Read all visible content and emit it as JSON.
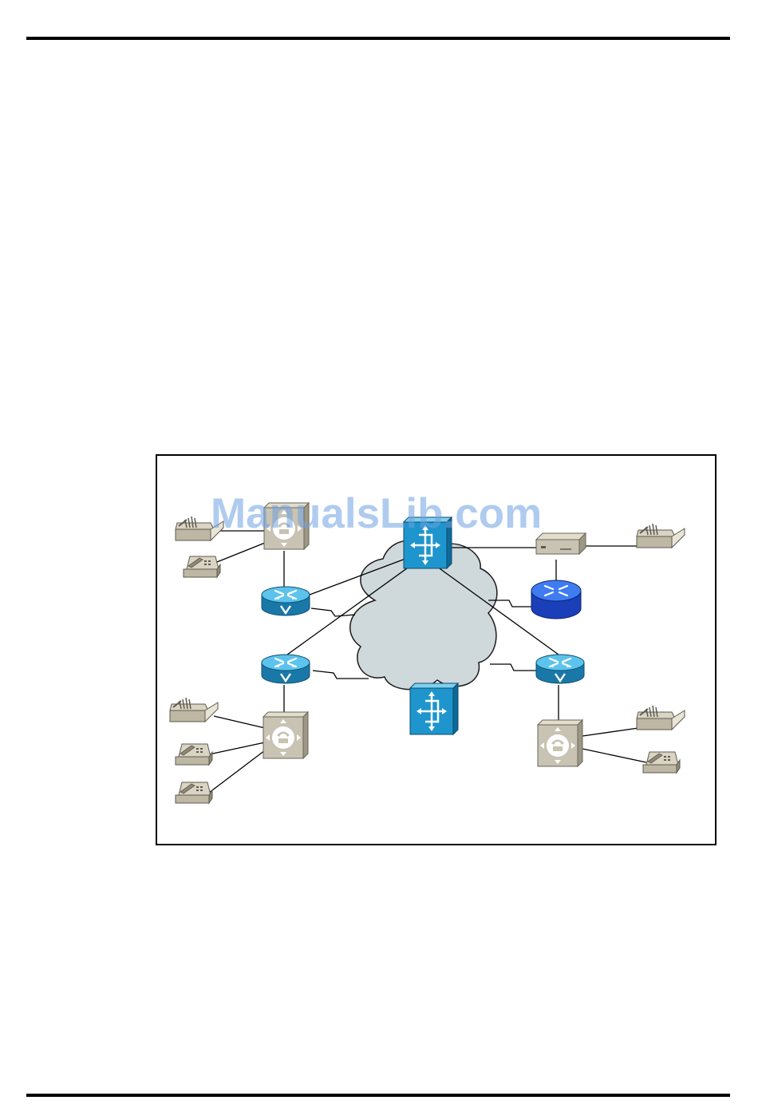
{
  "page": {
    "watermark": "ManualsLib.com"
  },
  "colors": {
    "router_blue": "#2a9fd0",
    "router_dark_blue": "#1f4fd6",
    "switch_blue": "#1d8ec4",
    "phone_tan": "#c8c3b2",
    "cloud_gray": "#cfd8db",
    "line": "#000000"
  },
  "diagram": {
    "nodes": [
      {
        "name": "cloud-network",
        "icon": "cloud-icon"
      },
      {
        "name": "atm-switch-top",
        "icon": "atm-switch-icon"
      },
      {
        "name": "atm-switch-bottom",
        "icon": "atm-switch-icon"
      },
      {
        "name": "pbx-top-left",
        "icon": "pbx-icon"
      },
      {
        "name": "pbx-bottom-left",
        "icon": "pbx-icon"
      },
      {
        "name": "pbx-bottom-right",
        "icon": "pbx-icon"
      },
      {
        "name": "voice-router-top-left",
        "icon": "voice-router-icon"
      },
      {
        "name": "voice-router-mid-left",
        "icon": "voice-router-icon"
      },
      {
        "name": "voice-router-right",
        "icon": "voice-router-icon"
      },
      {
        "name": "router-right",
        "icon": "router-icon"
      },
      {
        "name": "server-right",
        "icon": "server-icon"
      },
      {
        "name": "fax-top-left",
        "icon": "fax-icon"
      },
      {
        "name": "phone-top-left",
        "icon": "phone-icon"
      },
      {
        "name": "fax-bottom-left",
        "icon": "fax-icon"
      },
      {
        "name": "phone-bottom-left-1",
        "icon": "phone-icon"
      },
      {
        "name": "phone-bottom-left-2",
        "icon": "phone-icon"
      },
      {
        "name": "fax-top-right",
        "icon": "fax-icon"
      },
      {
        "name": "fax-bottom-right",
        "icon": "fax-icon"
      },
      {
        "name": "phone-bottom-right",
        "icon": "phone-icon"
      }
    ]
  }
}
